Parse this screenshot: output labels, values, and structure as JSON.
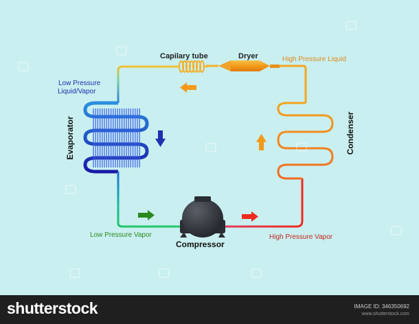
{
  "diagram": {
    "labels": {
      "capillary_tube": "Capilary tube",
      "dryer": "Dryer",
      "high_pressure_liquid": "High Pressure Liquid",
      "low_pressure_liquid_vapor_line1": "Low Pressure",
      "low_pressure_liquid_vapor_line2": "Liquid/Vapor",
      "evaporator": "Evaporator",
      "condenser": "Condenser",
      "low_pressure_vapor": "Low Pressure Vapor",
      "compressor": "Compressor",
      "high_pressure_vapor": "High Pressure Vapor"
    },
    "colors": {
      "background": "#c9eff0",
      "hot": "#ee2a1f",
      "warm": "#f59a1e",
      "cold": "#1f2fb0",
      "cool": "#1fbf8a",
      "label_blue": "#1f2fb0",
      "label_green": "#2a8a1e",
      "label_red": "#c4281e",
      "label_orange": "#e0891b"
    }
  },
  "footer": {
    "brand": "shutterstock",
    "image_id": "IMAGE ID: 346350692",
    "url": "www.shutterstock.com"
  }
}
